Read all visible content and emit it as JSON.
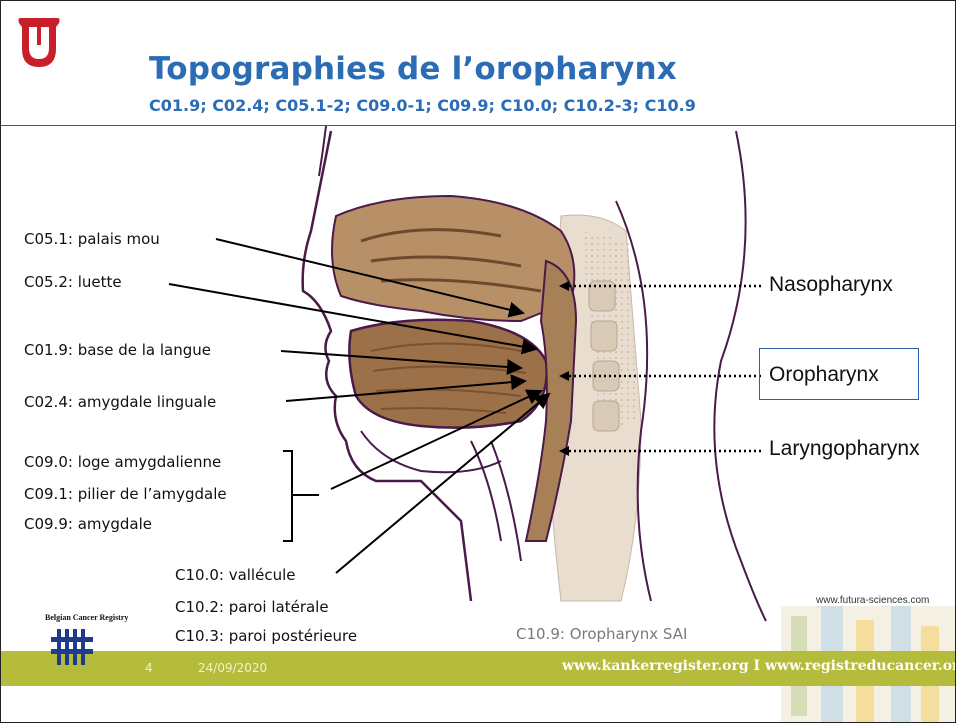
{
  "title": "Topographies de l’oropharynx",
  "subtitle": "C01.9; C02.4; C05.1-2; C09.0-1; C09.9; C10.0; C10.2-3; C10.9",
  "labels": {
    "c051": "C05.1: palais mou",
    "c052": "C05.2: luette",
    "c019": "C01.9: base de la langue",
    "c024": "C02.4: amygdale linguale",
    "c090": "C09.0: loge amygdalienne",
    "c091": "C09.1: pilier de l’amygdale",
    "c099": "C09.9: amygdale",
    "c100": "C10.0: vallécule",
    "c102": "C10.2: paroi latérale",
    "c103": "C10.3: paroi postérieure",
    "c109": "C10.9: Oropharynx SAI"
  },
  "regions": {
    "nasopharynx": "Nasopharynx",
    "oropharynx": "Oropharynx",
    "laryngopharynx": "Laryngopharynx"
  },
  "source": "www.futura-sciences.com",
  "footer": {
    "page": "4",
    "date": "24/09/2020",
    "website": "www.kankerregister.org  I  www.registreducancer.org",
    "org": "Belgian Cancer Registry"
  },
  "colors": {
    "title": "#2b6cb5",
    "footer_bar": "#b5bb3a",
    "logo_red": "#c8202a",
    "anatomy_outline": "#4a1a4a",
    "anatomy_fill": "#a07a52"
  },
  "icons": {
    "top_logo": "tongue-logo-icon",
    "bcr_logo": "registry-tally-logo-icon"
  }
}
